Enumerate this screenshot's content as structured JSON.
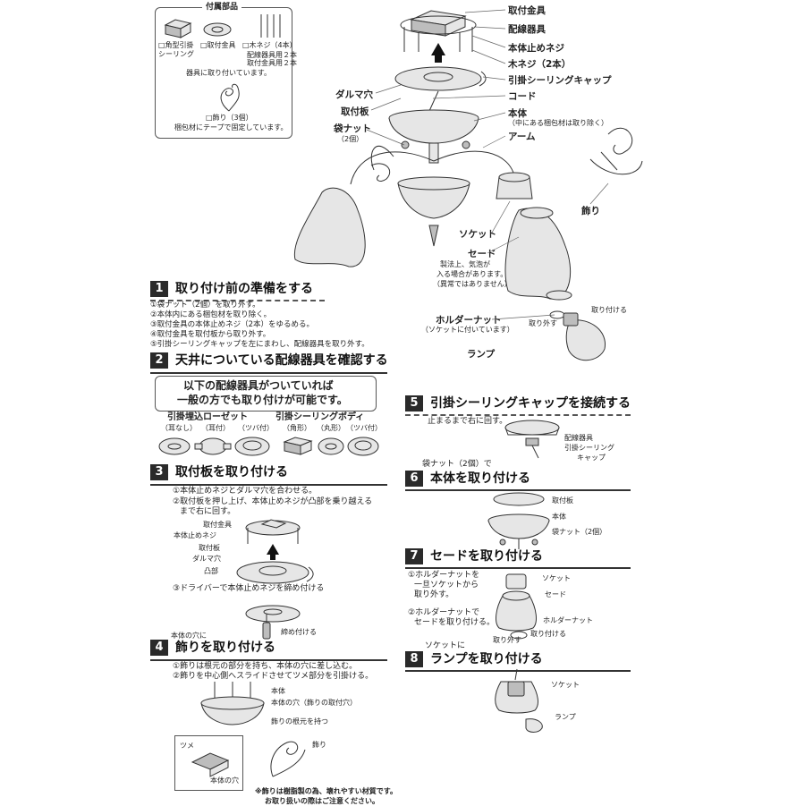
{
  "accessories": {
    "title": "付属部品",
    "item_box": "□角型引掛\nシーリング",
    "item_plate": "□取付金具",
    "item_screw": "□木ネジ（4本）",
    "screw_note1": "配線器具用２本",
    "screw_note2": "取付金具用２本",
    "attached_note": "器具に取り付いています。",
    "ornament": "□飾り（3個）",
    "tape_note": "梱包材にテープで固定しています。"
  },
  "parts": {
    "mount_fitting": "取付金具",
    "wiring_device": "配線器具",
    "body_screw": "本体止めネジ",
    "wood_screw": "木ネジ（2本）",
    "hook_cap": "引掛シーリングキャップ",
    "daruma_hole": "ダルマ穴",
    "cord": "コード",
    "mount_plate": "取付板",
    "body": "本体",
    "body_note": "（中にある梱包材は取り除く）",
    "bag_nut": "袋ナット",
    "bag_nut_count": "（2個）",
    "arm": "アーム",
    "ornament": "飾り",
    "socket": "ソケット",
    "shade": "セード",
    "shade_note1": "製法上、気泡が",
    "shade_note2": "入る場合があります。",
    "shade_note3": "（異常ではありません）",
    "holder_nut": "ホルダーナット",
    "holder_note": "（ソケットに付いています）",
    "remove": "取り外す",
    "attach": "取り付ける",
    "lamp": "ランプ"
  },
  "s1": {
    "num": "1",
    "title": "取り付け前の準備をする",
    "steps": [
      "①袋ナット（2個）を取り外す。",
      "②本体内にある梱包材を取り除く。",
      "③取付金具の本体止めネジ（2本）をゆるめる。",
      "④取付金具を取付板から取り外す。",
      "⑤引掛シーリングキャップを左にまわし、配線器具を取り外す。"
    ]
  },
  "s2": {
    "num": "2",
    "title": "天井についている配線器具を確認する",
    "box_line1": "以下の配線器具がついていれば",
    "box_line2": "一般の方でも取り付けが可能です。",
    "rosette_title": "引掛埋込ローゼット",
    "rosette": [
      "（耳なし）",
      "（耳付）",
      "（ツバ付）"
    ],
    "ceiling_title": "引掛シーリングボディ",
    "ceiling": [
      "（角形）",
      "（丸形）",
      "（ツバ付）"
    ]
  },
  "s3": {
    "num": "3",
    "title": "取付板を取り付ける",
    "step1": "①本体止めネジとダルマ穴を合わせる。",
    "step2a": "②取付板を押し上げ、本体止めネジが凸部を乗り越える",
    "step2b": "まで右に回す。",
    "step3": "③ドライバーで本体止めネジを締め付ける",
    "lbl_fitting": "取付金具",
    "lbl_screw": "本体止めネジ",
    "lbl_plate": "取付板",
    "lbl_daruma": "ダルマ穴",
    "lbl_convex": "凸部",
    "lbl_tighten": "締め付ける",
    "lbl_hole": "本体の穴に"
  },
  "s4": {
    "num": "4",
    "title": "飾りを取り付ける",
    "step1": "①飾りは根元の部分を持ち、本体の穴に差し込む。",
    "step2": "②飾りを中心側へスライドさせてツメ部分を引掛ける。",
    "lbl_body": "本体",
    "lbl_hole": "本体の穴（飾りの取付穴）",
    "lbl_hold": "飾りの根元を持つ",
    "lbl_ornament": "飾り",
    "lbl_claw": "ツメ",
    "lbl_body_hole": "本体の穴",
    "note1": "※飾りは樹脂製の為、壊れやすい材質です。",
    "note2": "お取り扱いの際はご注意ください。"
  },
  "s5": {
    "num": "5",
    "title": "引掛シーリングキャップを接続する",
    "step": "止まるまで右に回す。",
    "lbl_wiring": "配線器具",
    "lbl_cap1": "引掛シーリング",
    "lbl_cap2": "キャップ"
  },
  "s6": {
    "num": "6",
    "title": "本体を取り付ける",
    "pre": "袋ナット（2個）で",
    "lbl_plate": "取付板",
    "lbl_body": "本体",
    "lbl_nut": "袋ナット（2個）"
  },
  "s7": {
    "num": "7",
    "title": "セードを取り付ける",
    "step1a": "①ホルダーナットを",
    "step1b": "一旦ソケットから",
    "step1c": "取り外す。",
    "step2a": "②ホルダーナットで",
    "step2b": "セードを取り付ける。",
    "lbl_socket": "ソケット",
    "lbl_shade": "セード",
    "lbl_holder": "ホルダーナット",
    "lbl_remove": "取り外す",
    "lbl_attach": "取り付ける"
  },
  "s8": {
    "num": "8",
    "title": "ランプを取り付ける",
    "pre": "ソケットに",
    "lbl_socket": "ソケット",
    "lbl_lamp": "ランプ"
  }
}
